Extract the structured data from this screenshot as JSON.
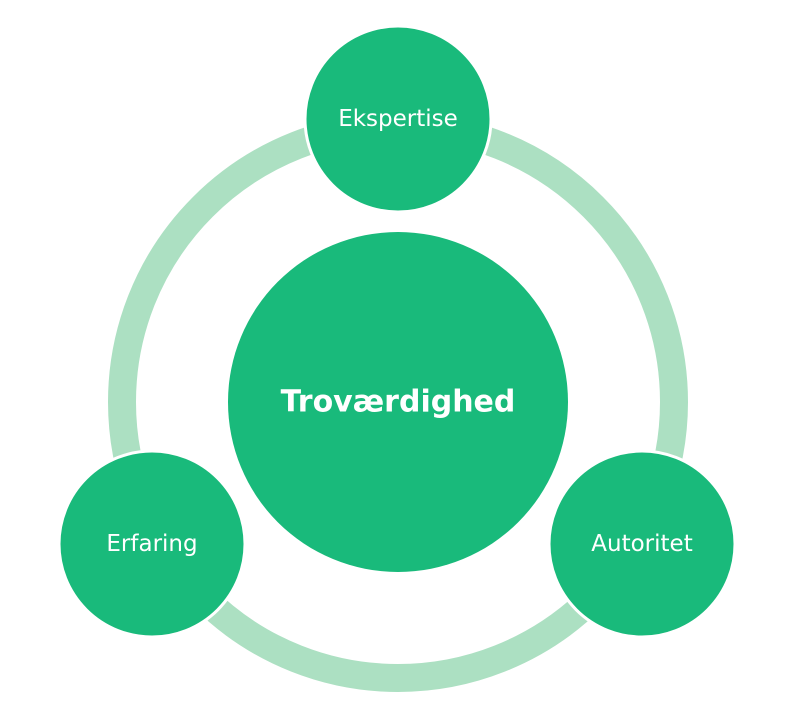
{
  "diagram": {
    "center_label": "Troværdighed",
    "nodes": [
      {
        "label": "Ekspertise"
      },
      {
        "label": "Autoritet"
      },
      {
        "label": "Erfaring"
      }
    ]
  },
  "colors": {
    "ring": "#ace0c2",
    "node": "#19ba7b",
    "text": "#ffffff",
    "background": "#ffffff"
  }
}
